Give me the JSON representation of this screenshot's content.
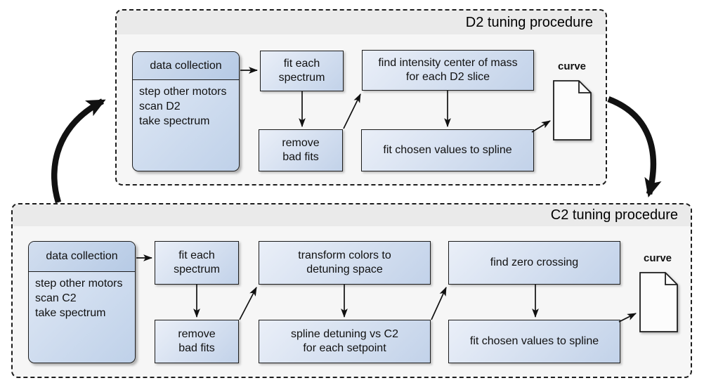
{
  "colors": {
    "box_gradient_light": "#eaeff8",
    "box_gradient_dark": "#c2d2e9",
    "header_gradient_dark": "#b6cae5",
    "container_bg": "#f6f6f6",
    "title_strip_bg": "#eaeaea",
    "line_color": "#111111"
  },
  "d2": {
    "title": "D2 tuning procedure",
    "data_collection": {
      "header": "data collection",
      "steps": "step other motors\nscan D2\ntake spectrum"
    },
    "fit_each": "fit each\nspectrum",
    "remove_bad": "remove\nbad fits",
    "center_of_mass": "find intensity center of mass\nfor each D2 slice",
    "fit_spline": "fit chosen values to spline",
    "curve_label": "curve"
  },
  "c2": {
    "title": "C2 tuning procedure",
    "data_collection": {
      "header": "data collection",
      "steps": "step other motors\nscan C2\ntake spectrum"
    },
    "fit_each": "fit each\nspectrum",
    "remove_bad": "remove\nbad fits",
    "transform": "transform colors to\ndetuning space",
    "spline_detuning": "spline detuning vs C2\nfor each setpoint",
    "zero_crossing": "find zero crossing",
    "fit_spline": "fit chosen values to spline",
    "curve_label": "curve"
  }
}
